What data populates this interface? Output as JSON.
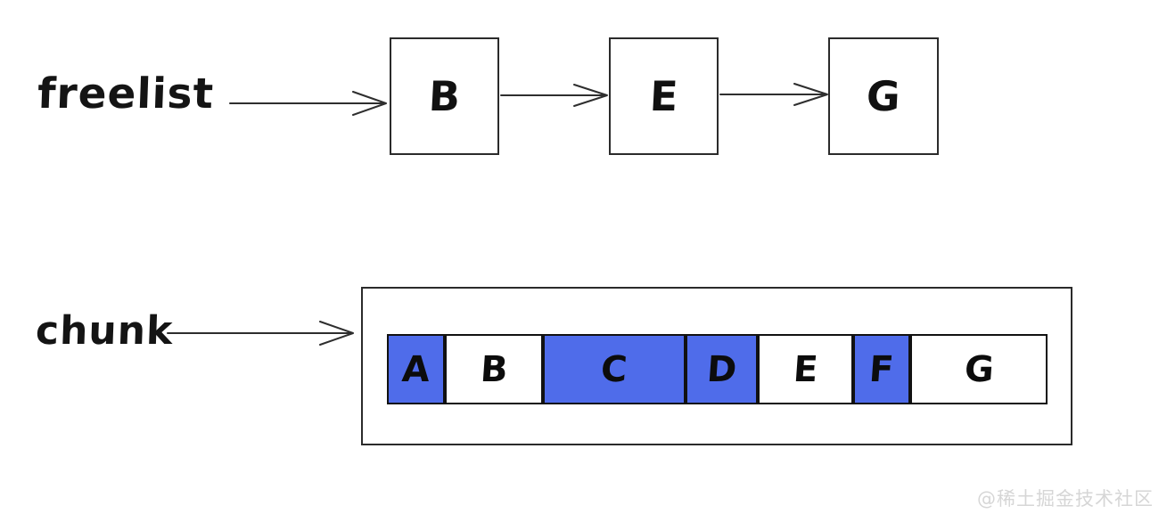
{
  "freelist": {
    "label": "freelist",
    "nodes": [
      {
        "label": "B"
      },
      {
        "label": "E"
      },
      {
        "label": "G"
      }
    ]
  },
  "chunk": {
    "label": "chunk",
    "cells": [
      {
        "label": "A",
        "fill": "#4f6cea"
      },
      {
        "label": "B",
        "fill": "#ffffff"
      },
      {
        "label": "C",
        "fill": "#4f6cea"
      },
      {
        "label": "D",
        "fill": "#4f6cea"
      },
      {
        "label": "E",
        "fill": "#ffffff"
      },
      {
        "label": "F",
        "fill": "#4f6cea"
      },
      {
        "label": "G",
        "fill": "#ffffff"
      }
    ]
  },
  "colors": {
    "allocated_fill": "#4f6cea",
    "free_fill": "#ffffff",
    "stroke": "#2b2b2b",
    "watermark_gray": "#d6d6d6"
  },
  "watermark": {
    "text": "@稀土掘金技术社区"
  }
}
